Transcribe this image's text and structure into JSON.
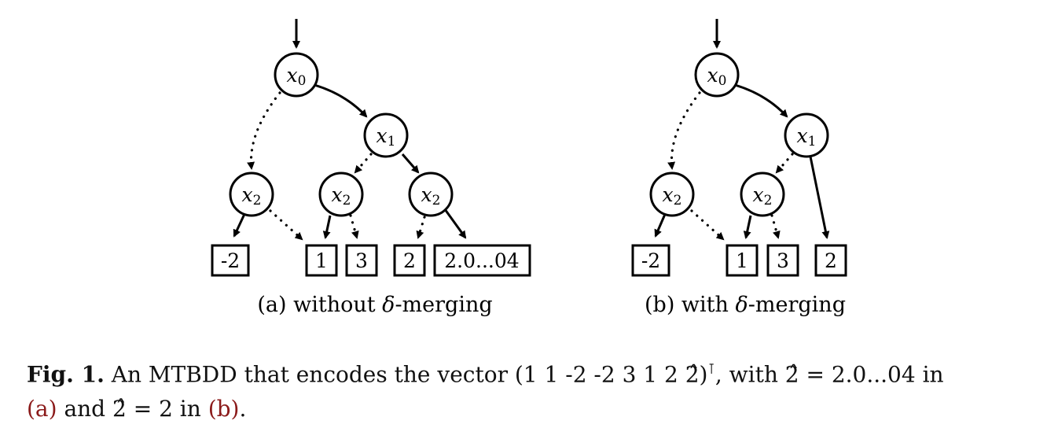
{
  "panel_a": {
    "root": "x",
    "root_sub": "0",
    "n1": "x",
    "n1_sub": "1",
    "n2a": "x",
    "n2a_sub": "2",
    "n2b": "x",
    "n2b_sub": "2",
    "n2c": "x",
    "n2c_sub": "2",
    "leaves": [
      "-2",
      "1",
      "3",
      "2",
      "2.0...04"
    ],
    "caption_prefix": "(a) without ",
    "caption_delta": "δ",
    "caption_suffix": "-merging"
  },
  "panel_b": {
    "root": "x",
    "root_sub": "0",
    "n1": "x",
    "n1_sub": "1",
    "n2a": "x",
    "n2a_sub": "2",
    "n2b": "x",
    "n2b_sub": "2",
    "leaves": [
      "-2",
      "1",
      "3",
      "2"
    ],
    "caption_prefix": "(b) with ",
    "caption_delta": "δ",
    "caption_suffix": "-merging"
  },
  "figure_caption": {
    "label": "Fig. 1.",
    "part1": " An MTBDD that encodes the vector ",
    "vector": "(1 1 -2 -2 3 1 2 2̂)",
    "transpose": "⊺",
    "part2": ", with 2̂ = 2.0...04 in",
    "ref_a": "(a)",
    "part3": " and 2̂ = 2 in ",
    "ref_b": "(b)",
    "end": "."
  }
}
